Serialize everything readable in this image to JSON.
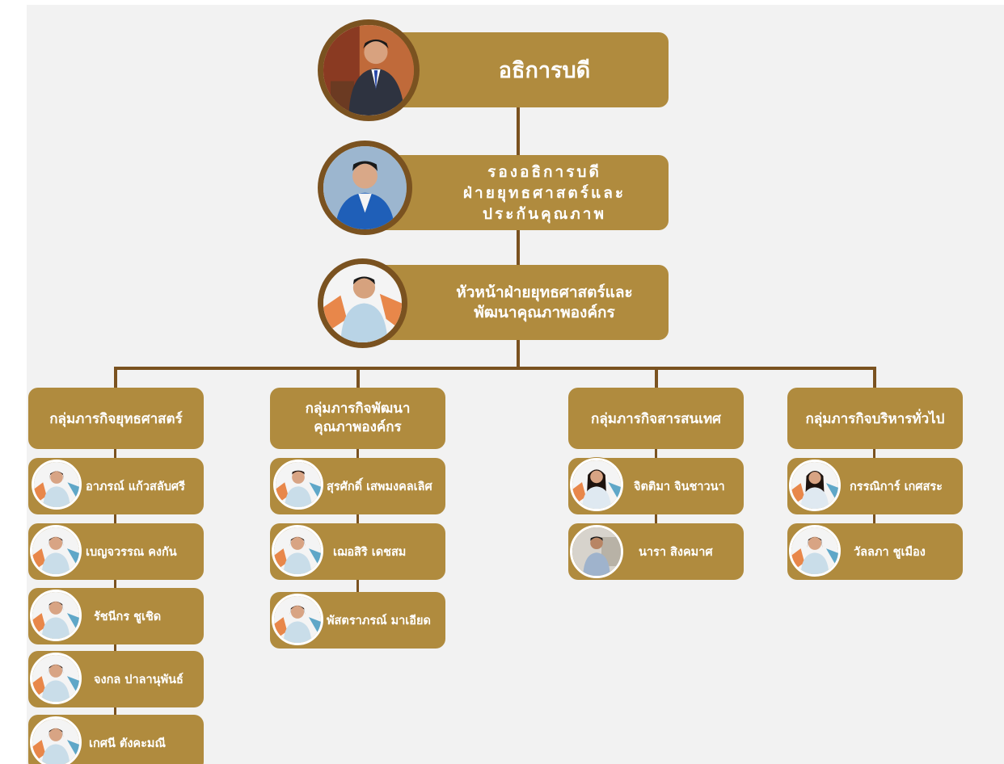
{
  "director": {
    "title": "อธิการบดี"
  },
  "deputy": {
    "lines": [
      "รองอธิการบดี",
      "ฝ่ายยุทธศาสตร์และ",
      "ประกันคุณภาพ"
    ]
  },
  "head": {
    "lines": [
      "หัวหน้าฝ่ายยุทธศาสตร์และ",
      "พัฒนาคุณภาพองค์กร"
    ]
  },
  "groups": [
    {
      "title": "กลุ่มภารกิจยุทธศาสตร์",
      "members": [
        "อาภรณ์ แก้วสลับศรี",
        "เบญจวรรณ คงกัน",
        "รัชนีกร ชูเชิด",
        "จงกล ปาลานุพันธ์",
        "เกศนี ตังคะมณี"
      ]
    },
    {
      "title": "กลุ่มภารกิจพัฒนาคุณภาพองค์กร",
      "title_lines": [
        "กลุ่มภารกิจพัฒนา",
        "คุณภาพองค์กร"
      ],
      "members": [
        "สุรศักดิ์ เสพมงคลเลิศ",
        "เฌอสิริ เดชสม",
        "พัสตราภรณ์ มาเอียด"
      ]
    },
    {
      "title": "กลุ่มภารกิจสารสนเทศ",
      "members": [
        "จิตติมา จินชาวนา",
        "นารา สิงคมาศ"
      ]
    },
    {
      "title": "กลุ่มภารกิจบริหารทั่วไป",
      "members": [
        "กรรณิการ์ เกศสระ",
        "วัลลภา ชูเมือง"
      ]
    }
  ],
  "colors": {
    "box": "#b08b3e",
    "connector": "#7a5220",
    "background": "#f2f2f2",
    "text": "#ffffff"
  }
}
